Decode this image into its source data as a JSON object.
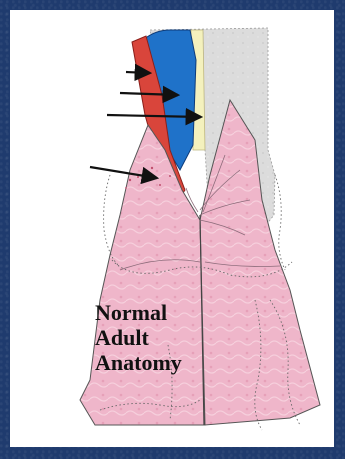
{
  "figure": {
    "caption_lines": [
      "Normal",
      "Adult",
      "Anatomy"
    ]
  },
  "colors": {
    "background_frame": "#1f3b6e",
    "panel": "#ffffff",
    "artery": "#d9453b",
    "vein": "#1f72c9",
    "nerve": "#f3f0b6",
    "gray_tissue": "#d8d8d8",
    "pink_tissue": "#eeb3c8",
    "arrow": "#111111"
  },
  "structures": [
    {
      "name": "artery",
      "icon": "red-vessel"
    },
    {
      "name": "vein",
      "icon": "blue-vessel"
    },
    {
      "name": "nerve",
      "icon": "yellow-strand"
    },
    {
      "name": "pink-tissue",
      "icon": "pink-mass"
    }
  ]
}
